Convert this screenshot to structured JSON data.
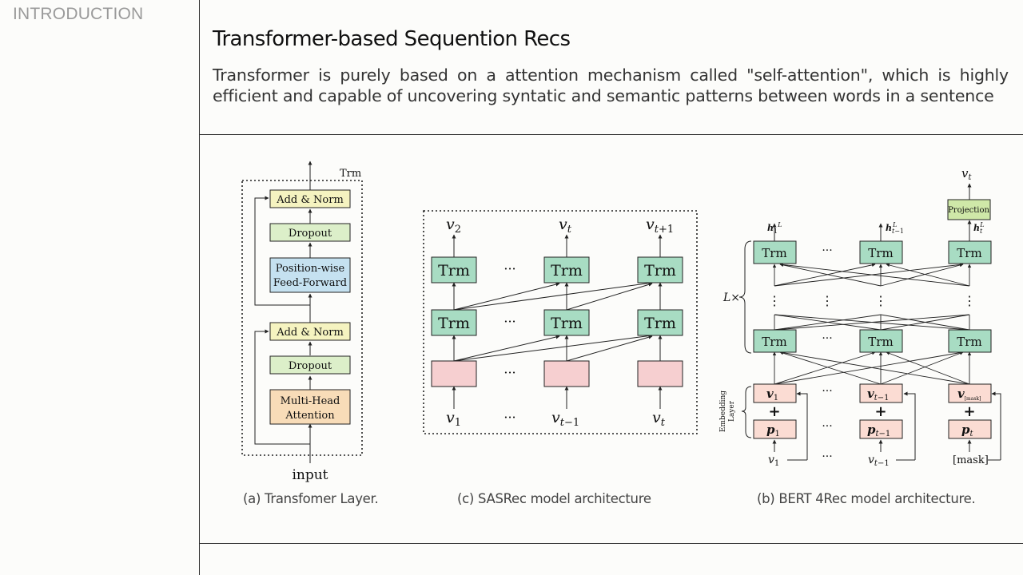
{
  "section": "INTRODUCTION",
  "title": "Transformer-based Sequention Recs",
  "description": "Transformer is purely based on a attention mechanism called \"self-attention\", which is highly efficient and capable of uncovering syntatic and semantic patterns between words in a sentence",
  "figure_a": {
    "trm": "Trm",
    "input": "input",
    "add_norm": "Add & Norm",
    "dropout": "Dropout",
    "ffn_1": "Position-wise",
    "ffn_2": "Feed-Forward",
    "mha_1": "Multi-Head",
    "mha_2": "Attention",
    "caption": "(a) Transfomer Layer."
  },
  "figure_c": {
    "trm": "Trm",
    "dots": "···",
    "caption": "(c) SASRec model architecture"
  },
  "figure_b": {
    "trm": "Trm",
    "projection": "Projection",
    "layers": "L×",
    "embedding_1": "Embedding",
    "embedding_2": "Layer",
    "mask": "[mask]",
    "plus": "+",
    "caption": "(b) BERT 4Rec model architecture."
  },
  "colors": {
    "trm_green": "#a8dcc3",
    "embed_pink": "#f6cfd0",
    "add_norm_yellow": "#f5f3c0",
    "dropout_green": "#dcefc9",
    "ffn_blue": "#c5e1f0",
    "mha_orange": "#f8dcb8",
    "bert_input_pink": "#fbdcd3",
    "projection_green": "#cfe8a8"
  }
}
